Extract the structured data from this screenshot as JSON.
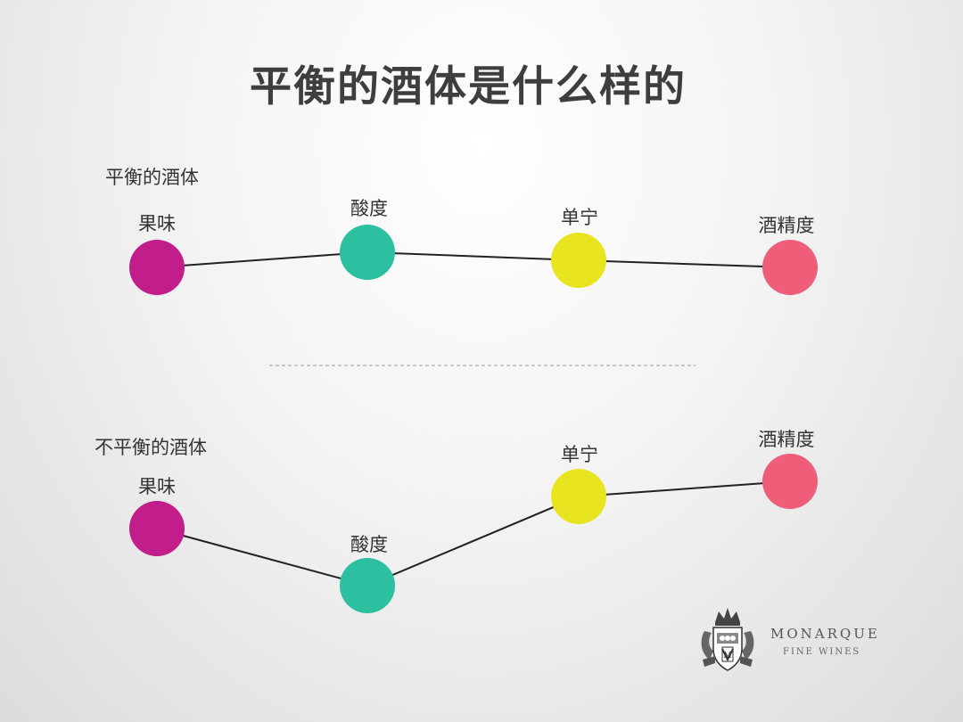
{
  "title": "平衡的酒体是什么样的",
  "balanced": {
    "label": "平衡的酒体",
    "nodes": [
      {
        "label": "果味",
        "color": "#c21e8b"
      },
      {
        "label": "酸度",
        "color": "#2cbfa0"
      },
      {
        "label": "单宁",
        "color": "#e8e41f"
      },
      {
        "label": "酒精度",
        "color": "#ef5d78"
      }
    ]
  },
  "unbalanced": {
    "label": "不平衡的酒体",
    "nodes": [
      {
        "label": "果味",
        "color": "#c21e8b"
      },
      {
        "label": "酸度",
        "color": "#2cbfa0"
      },
      {
        "label": "单宁",
        "color": "#e8e41f"
      },
      {
        "label": "酒精度",
        "color": "#ef5d78"
      }
    ]
  },
  "logo": {
    "name": "MONARQUE",
    "subtitle": "FINE WINES",
    "icon": "crown-crest-icon"
  }
}
